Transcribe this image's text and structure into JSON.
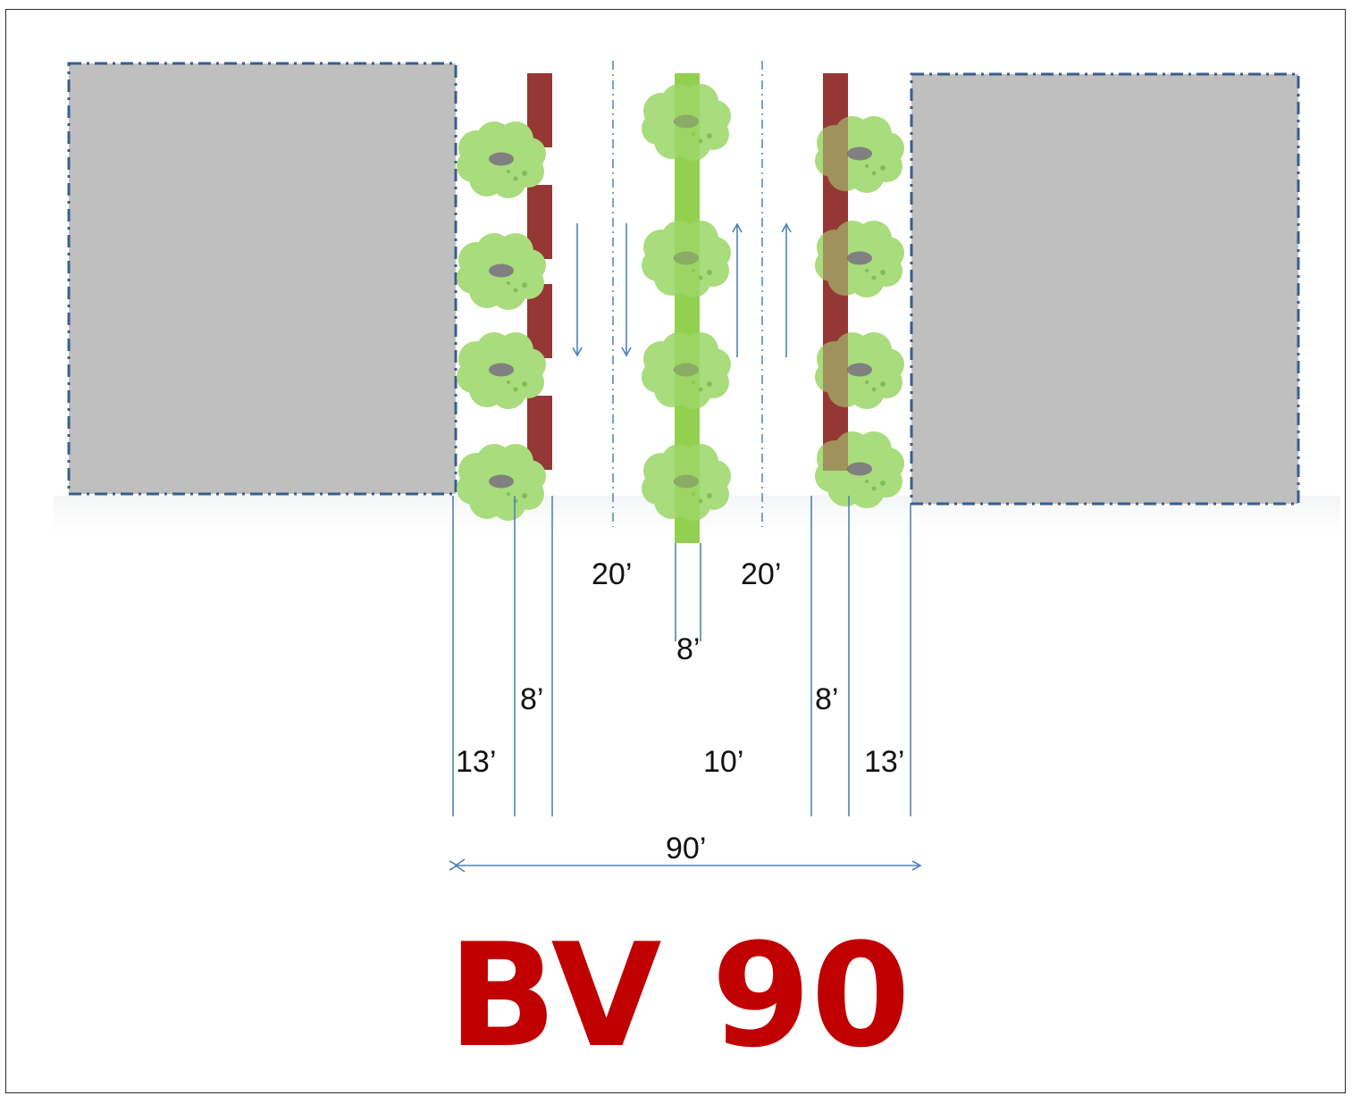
{
  "diagram": {
    "title": "BV 90",
    "dimensions": {
      "left_sidewalk": "13’",
      "left_parking": "8’",
      "left_lane": "20’",
      "median": "8’",
      "median_gap": "10’",
      "right_lane": "20’",
      "right_parking": "8’",
      "right_sidewalk": "13’",
      "total_width": "90’"
    },
    "colors": {
      "building": "#bfbfbf",
      "building_border": "#3a5e8c",
      "parking": "#953735",
      "median": "#92d050",
      "tree": "#a9dc7c",
      "tree_trunk": "#808080",
      "dimension_line": "#4f81bd",
      "title": "#c00000"
    },
    "icons": [
      "tree-icon",
      "down-arrow-icon",
      "up-arrow-icon",
      "double-arrow-icon"
    ]
  }
}
